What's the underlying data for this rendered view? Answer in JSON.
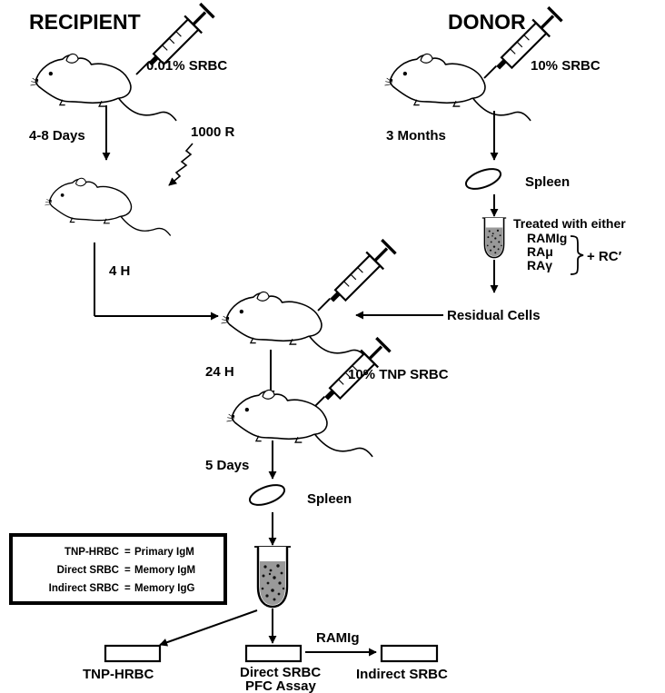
{
  "headers": {
    "recipient": "RECIPIENT",
    "donor": "DONOR"
  },
  "recipient": {
    "injection": "0.01% SRBC",
    "wait": "4-8 Days",
    "irradiation": "1000 R",
    "after_irradiation": "4 H"
  },
  "donor": {
    "injection": "10% SRBC",
    "wait": "3 Months",
    "organ": "Spleen",
    "treatment_title": "Treated with either",
    "antisera": [
      "RAMIg",
      "RAμ",
      "RAγ"
    ],
    "complement": "+ RC′",
    "output": "Residual Cells"
  },
  "transfer": {
    "wait": "24 H",
    "challenge": "10% TNP SRBC",
    "wait2": "5 Days",
    "organ": "Spleen"
  },
  "legend": [
    {
      "assay": "TNP-HRBC",
      "meaning": "Primary IgM"
    },
    {
      "assay": "Direct SRBC",
      "meaning": "Memory IgM"
    },
    {
      "assay": "Indirect SRBC",
      "meaning": "Memory IgG"
    }
  ],
  "assays": {
    "tnp": "TNP-HRBC",
    "direct_line1": "Direct SRBC",
    "direct_line2": "PFC Assay",
    "reagent": "RAMIg",
    "indirect": "Indirect SRBC"
  }
}
